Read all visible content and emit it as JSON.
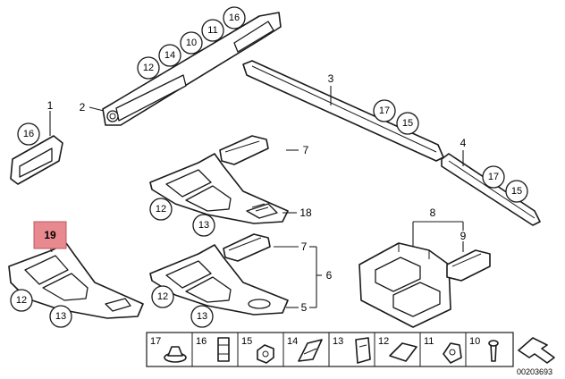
{
  "diagram": {
    "reference_number": "00203693",
    "highlight_color": "#e8888f",
    "circled_labels": {
      "top_16": "16",
      "top_11": "11",
      "top_10": "10",
      "top_14": "14",
      "top_12": "12",
      "left_16": "16",
      "strip_17": "17",
      "strip_15": "15",
      "lower_strip_17": "17",
      "lower_strip_15": "15",
      "mid_12": "12",
      "mid_13": "13",
      "low_12": "12",
      "low_13": "13",
      "left_12": "12",
      "left_13": "13"
    },
    "plain_labels": {
      "p1": "1",
      "p2": "2",
      "p3": "3",
      "p4": "4",
      "p7a": "7",
      "p18": "18",
      "p7b": "7",
      "p6": "6",
      "p5": "5",
      "p8": "8",
      "p9": "9"
    },
    "highlighted_label": "19",
    "legend": [
      "17",
      "16",
      "15",
      "14",
      "13",
      "12",
      "11",
      "10"
    ]
  }
}
